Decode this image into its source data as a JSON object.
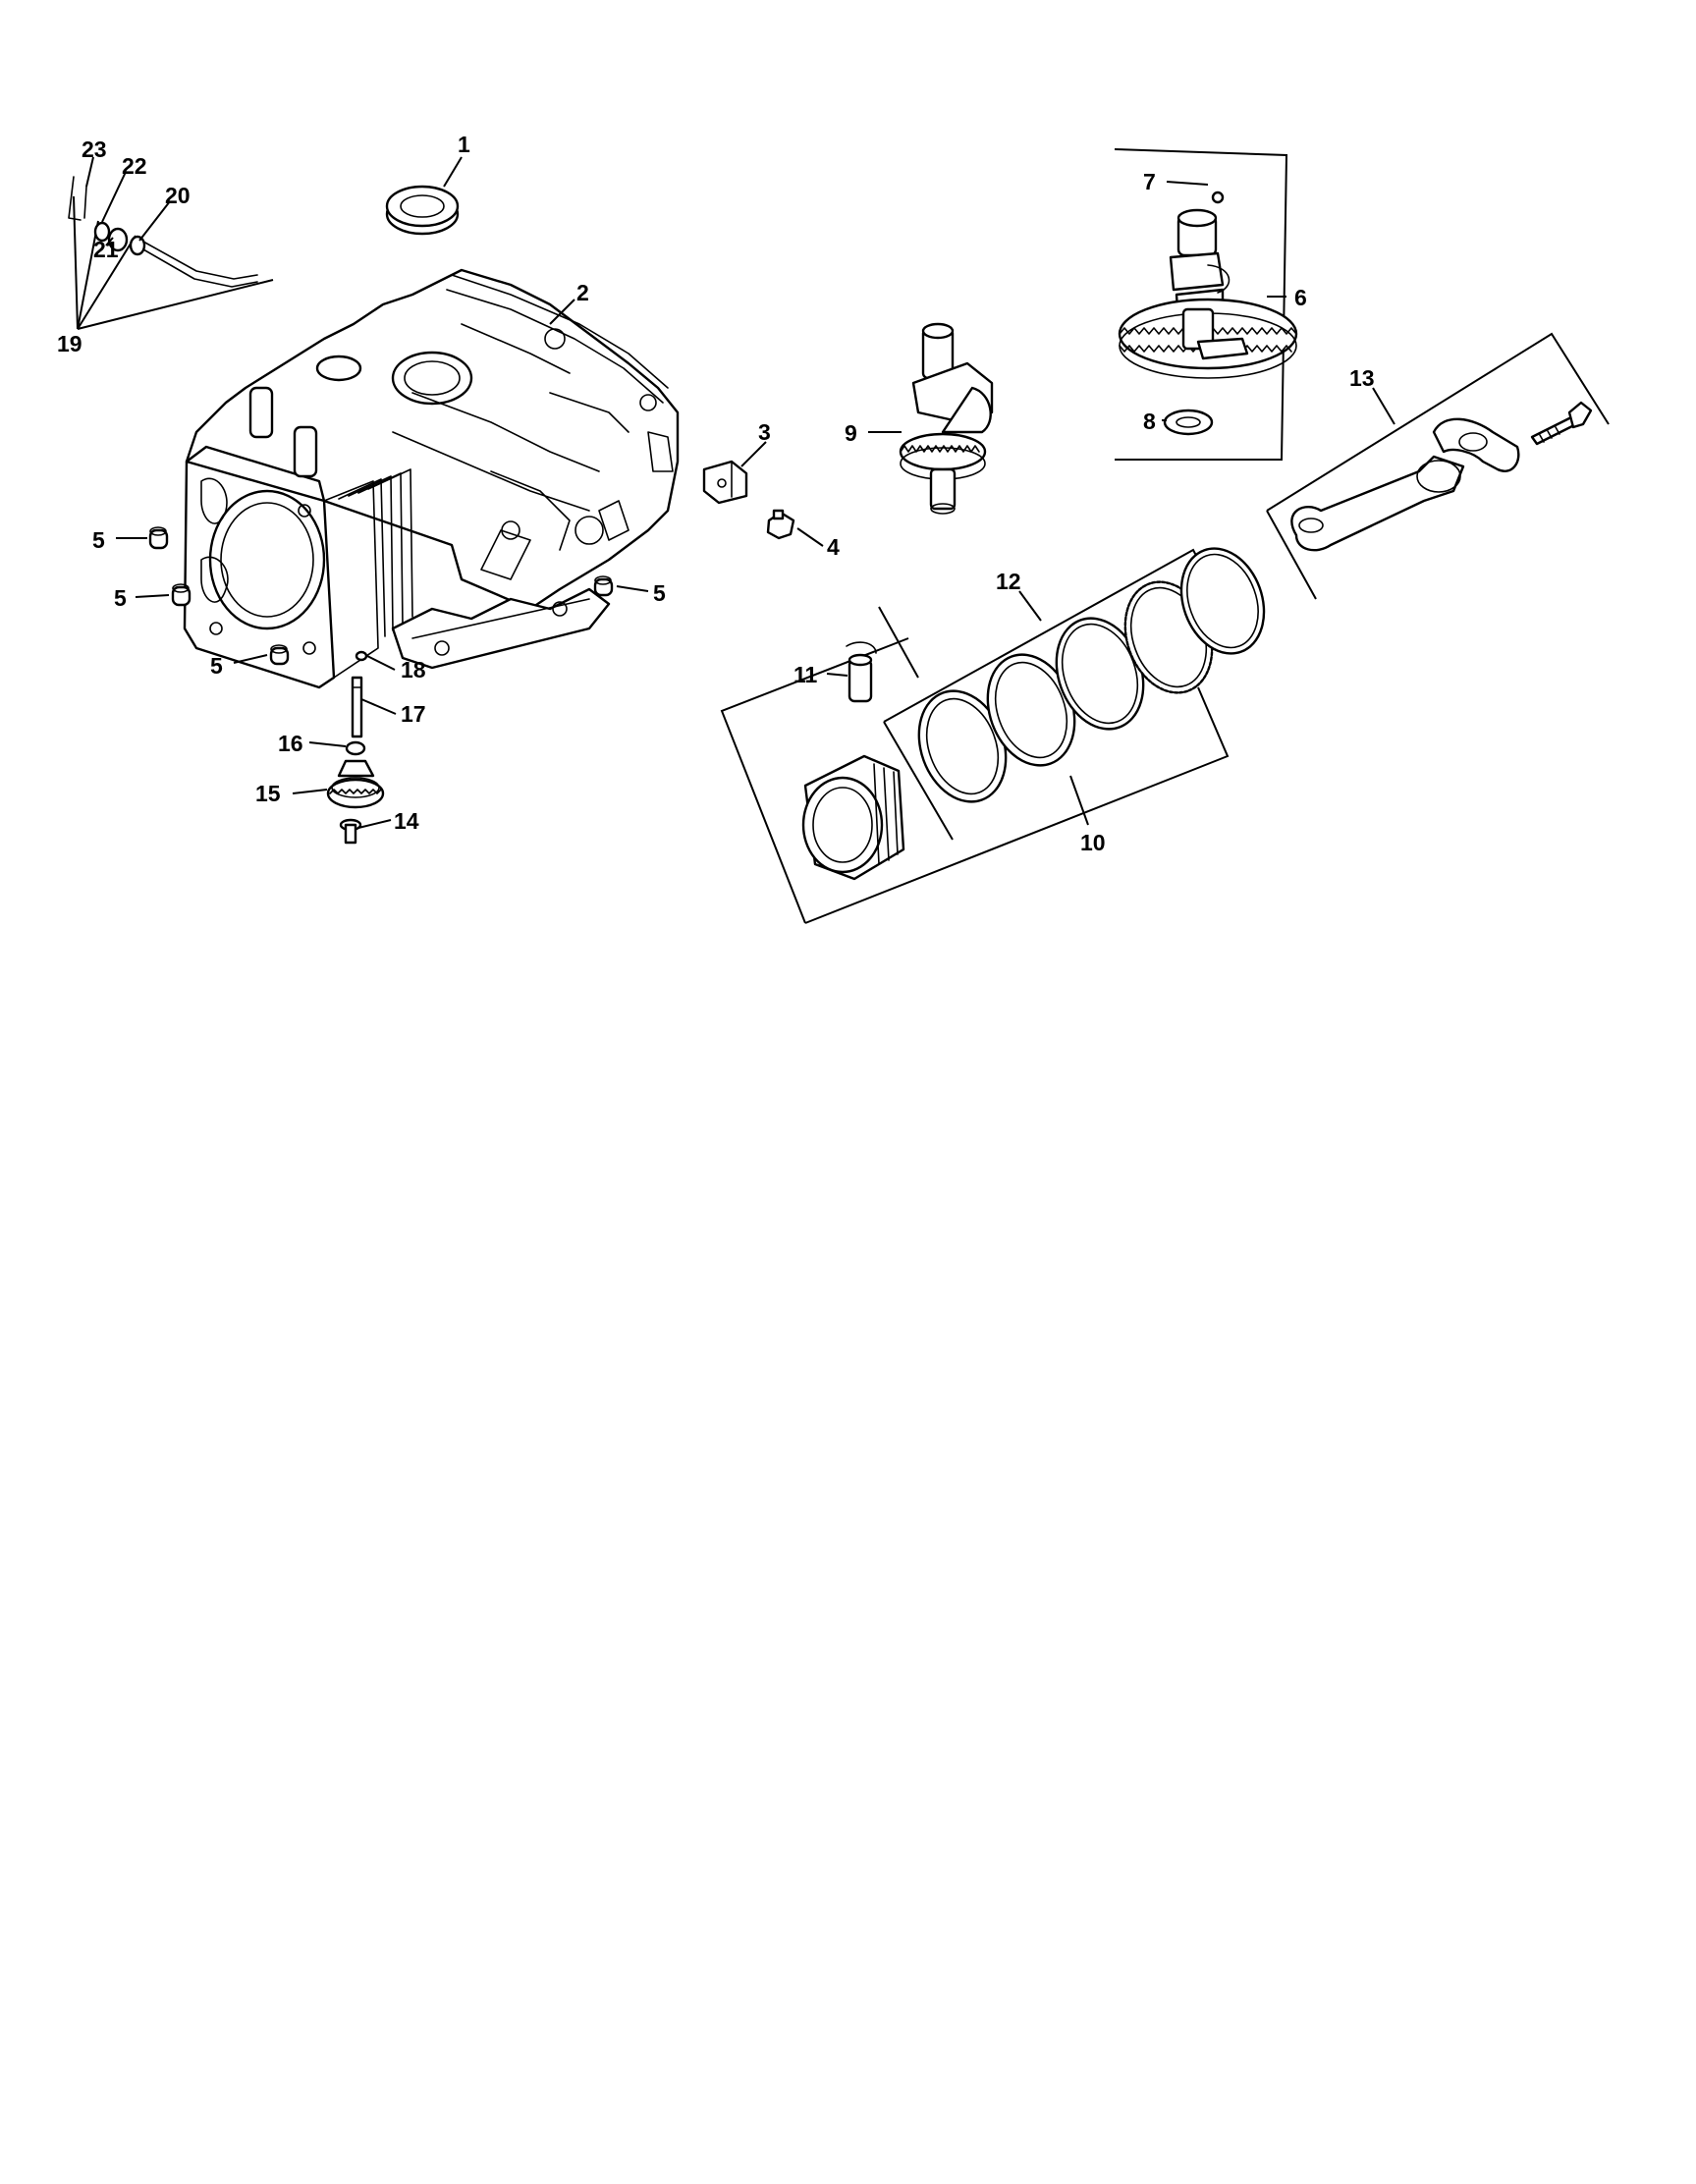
{
  "diagram": {
    "callouts": [
      {
        "id": "c1",
        "label": "1"
      },
      {
        "id": "c2",
        "label": "2"
      },
      {
        "id": "c3",
        "label": "3"
      },
      {
        "id": "c4",
        "label": "4"
      },
      {
        "id": "c5a",
        "label": "5"
      },
      {
        "id": "c5b",
        "label": "5"
      },
      {
        "id": "c5c",
        "label": "5"
      },
      {
        "id": "c5d",
        "label": "5"
      },
      {
        "id": "c6",
        "label": "6"
      },
      {
        "id": "c7",
        "label": "7"
      },
      {
        "id": "c8",
        "label": "8"
      },
      {
        "id": "c9",
        "label": "9"
      },
      {
        "id": "c10",
        "label": "10"
      },
      {
        "id": "c11",
        "label": "11"
      },
      {
        "id": "c12",
        "label": "12"
      },
      {
        "id": "c13",
        "label": "13"
      },
      {
        "id": "c14",
        "label": "14"
      },
      {
        "id": "c15",
        "label": "15"
      },
      {
        "id": "c16",
        "label": "16"
      },
      {
        "id": "c17",
        "label": "17"
      },
      {
        "id": "c18",
        "label": "18"
      },
      {
        "id": "c19",
        "label": "19"
      },
      {
        "id": "c20",
        "label": "20"
      },
      {
        "id": "c21",
        "label": "21"
      },
      {
        "id": "c22",
        "label": "22"
      },
      {
        "id": "c23",
        "label": "23"
      }
    ]
  }
}
